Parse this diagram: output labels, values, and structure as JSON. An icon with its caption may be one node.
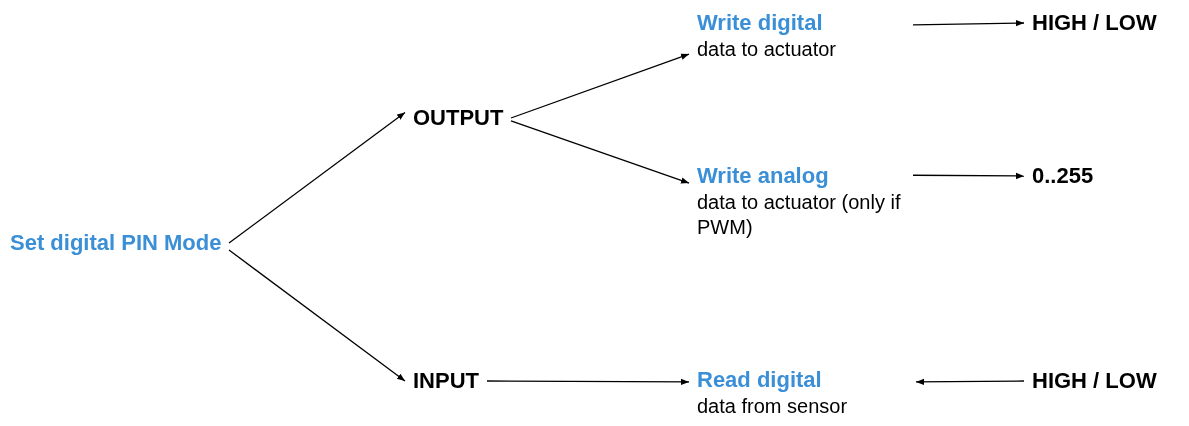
{
  "diagram": {
    "nodes": [
      {
        "text": [
          "Set digital PIN Mode"
        ]
      },
      {
        "text": [
          "OUTPUT"
        ]
      },
      {
        "text": [
          "INPUT"
        ]
      },
      {
        "text": [
          "Write digital",
          "data to actuator"
        ]
      },
      {
        "text": [
          "Write analog",
          "data to actuator (only if PWM)"
        ]
      },
      {
        "text": [
          "Read digital",
          "data from sensor"
        ]
      },
      {
        "text": [
          "HIGH / LOW"
        ]
      },
      {
        "text": [
          "0..255"
        ]
      },
      {
        "text": [
          "HIGH / LOW"
        ]
      }
    ],
    "edges": [
      {
        "from": 0,
        "to": 1,
        "arrow": "to"
      },
      {
        "from": 0,
        "to": 2,
        "arrow": "to"
      },
      {
        "from": 1,
        "to": 3,
        "arrow": "to"
      },
      {
        "from": 1,
        "to": 4,
        "arrow": "to"
      },
      {
        "from": 3,
        "to": 6,
        "arrow": "to"
      },
      {
        "from": 4,
        "to": 7,
        "arrow": "to"
      },
      {
        "from": 2,
        "to": 5,
        "arrow": "to"
      },
      {
        "from": 8,
        "to": 5,
        "arrow": "to"
      }
    ]
  }
}
